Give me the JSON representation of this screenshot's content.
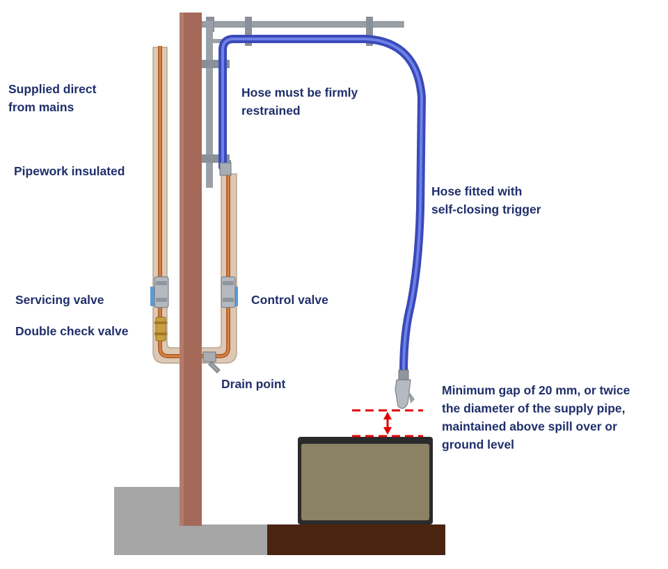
{
  "labels": {
    "supplied_line1": "Supplied direct",
    "supplied_line2": "from mains",
    "pipework": "Pipework insulated",
    "servicing": "Servicing valve",
    "double_check": "Double check valve",
    "hose_restrained_line1": "Hose must be firmly",
    "hose_restrained_line2": "restrained",
    "hose_trigger_line1": "Hose fitted with",
    "hose_trigger_line2": "self-closing trigger",
    "control": "Control valve",
    "drain": "Drain point",
    "gap_line1": "Minimum gap of 20 mm, or twice",
    "gap_line2": "the diameter of the supply pipe,",
    "gap_line3": "maintained above spill over or",
    "gap_line4": "ground level"
  },
  "colors": {
    "label_text": "#1f2f6b",
    "post": "#a5695a",
    "hose": "#4b5fd0",
    "copper_pipe": "#b0622a",
    "insulation": "#dcc8b4",
    "valve_blue": "#5b9bd5",
    "gap_marker": "#e00000",
    "container_fill": "#8b8266",
    "container_rim": "#2a2a2a",
    "ground_concrete": "#a6a6a6",
    "ground_earth": "#4a2410",
    "bracket": "#9aa0a6"
  }
}
